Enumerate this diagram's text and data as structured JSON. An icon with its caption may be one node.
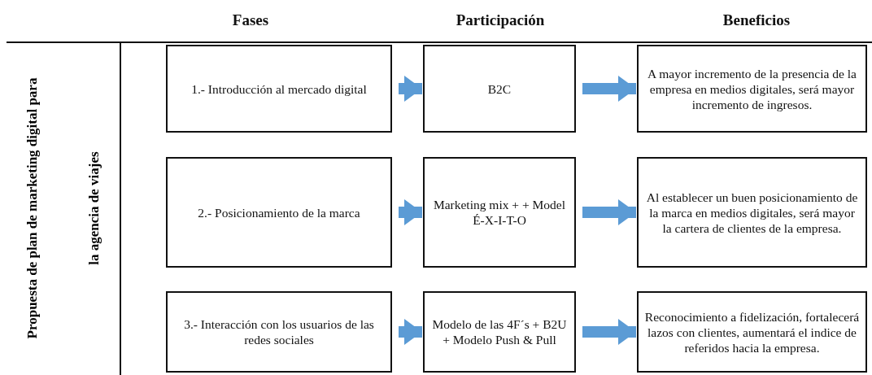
{
  "diagram": {
    "nodes": [
      {
        "text": [
          "1.- Introducción al mercado digital"
        ]
      },
      {
        "text": [
          "B2C"
        ]
      },
      {
        "text": [
          "A mayor incremento de la presencia de la empresa en medios digitales, será mayor incremento de ingresos."
        ]
      },
      {
        "text": [
          "2.- Posicionamiento de la marca"
        ]
      },
      {
        "text": [
          "Marketing mix + + Model É-X-I-T-O"
        ]
      },
      {
        "text": [
          "Al establecer un buen posicionamiento de la marca en medios digitales, será mayor la cartera de clientes de la empresa."
        ]
      },
      {
        "text": [
          "3.- Interacción con los usuarios de las redes sociales"
        ]
      },
      {
        "text": [
          "Modelo de las 4F´s + B2U + Modelo Push & Pull"
        ]
      },
      {
        "text": [
          "Reconocimiento a fidelización, fortalecerá lazos con clientes, aumentará el indice de referidos hacia la empresa."
        ]
      }
    ],
    "edges": [
      {
        "from": 0,
        "to": 1,
        "arrow": "to"
      },
      {
        "from": 1,
        "to": 2,
        "arrow": "to"
      },
      {
        "from": 3,
        "to": 4,
        "arrow": "to"
      },
      {
        "from": 4,
        "to": 5,
        "arrow": "to"
      },
      {
        "from": 6,
        "to": 7,
        "arrow": "to"
      },
      {
        "from": 7,
        "to": 8,
        "arrow": "to"
      }
    ],
    "labels": [
      "Fases",
      "Participación",
      "Beneficios",
      "Propuesta de plan de marketing digital para la agencia de viajes"
    ]
  }
}
